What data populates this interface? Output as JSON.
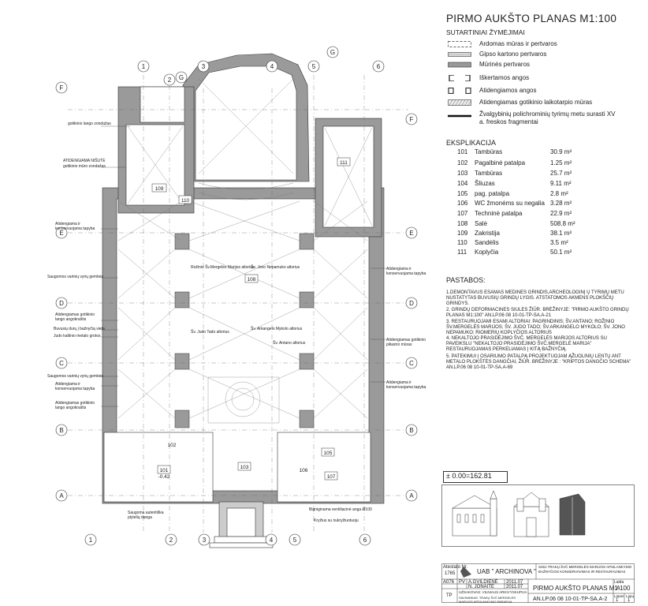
{
  "title": "PIRMO AUKŠTO PLANAS M1:100",
  "legend": {
    "heading": "SUTARTINIAI ŽYMĖJIMAI",
    "items": [
      {
        "label": "Ardomas mūras ir pertvaros",
        "icon": "dashed-wall-icon"
      },
      {
        "label": "Gipso kartono pertvaros",
        "icon": "hatched-partition-icon"
      },
      {
        "label": "Mūrinės pertvaros",
        "icon": "solid-partition-icon"
      },
      {
        "label": "Iškertamos angos",
        "icon": "opening-bracket-icon"
      },
      {
        "label": "Atidengiamos angos",
        "icon": "opening-box-icon"
      },
      {
        "label": "Atidengiamas gotikinio laikotarpio mūras",
        "icon": "gothic-wall-icon"
      },
      {
        "label": "Žvalgybinių polichrominių tyrimų metu surasti XV a. freskos fragmentai",
        "icon": "fresco-line-icon"
      }
    ]
  },
  "explication": {
    "heading": "EKSPLIKACIJA",
    "rows": [
      {
        "no": "101",
        "name": "Tambūras",
        "area": "30.9 m²"
      },
      {
        "no": "102",
        "name": "Pagalbinė patalpa",
        "area": "1.25 m²"
      },
      {
        "no": "103",
        "name": "Tambūras",
        "area": "25.7 m²"
      },
      {
        "no": "104",
        "name": "Šliuzas",
        "area": "9.11 m²"
      },
      {
        "no": "105",
        "name": "pag. patalpa",
        "area": "2.8 m²"
      },
      {
        "no": "106",
        "name": "WC žmonėms su negalia",
        "area": "3.28 m²"
      },
      {
        "no": "107",
        "name": "Techninė patalpa",
        "area": "22.9 m²"
      },
      {
        "no": "108",
        "name": "Salė",
        "area": "508.8 m²"
      },
      {
        "no": "109",
        "name": "Zakristija",
        "area": "38.1 m²"
      },
      {
        "no": "110",
        "name": "Sandėlis",
        "area": "3.5 m²"
      },
      {
        "no": "111",
        "name": "Koplyčia",
        "area": "50.1 m²"
      }
    ]
  },
  "notes": {
    "heading": "PASTABOS:",
    "items": [
      "1.DEMONTAVUS ESAMAS MEDINES GRINDIS,ARCHEOLOGINĮ Ų TYRIMŲ METU NUSTATYTAS BUVUSIŲ GRINDŲ LYGIS. ATSTATOMOS AKMENS PLOKŠČIŲ GRINDYS.",
      "2. GRINDŲ DEFORMACINES SIULES ŽIŪR. BRĖŽINYJE: \"PIRMO AUKŠTO GRINDŲ PLANAS M1:100\" AN.LP.06 08 10-01-TP-SA.A-21",
      "3. RESTAURUOJAMI ESAMI ALTORIAI: PAGRINDINIS; ŠV.ANTANO; ROŽINIO ŠV.MERGELĖS MARIJOS; ŠV. JUDO TADO; ŠV.ARKANGELO MYKOLO; ŠV. JONO NEPAMUKO; RIOMERIŲ KOPLYČIOS ALTORIUS",
      "4. NEKALTOJO PRASIDĖJIMO ŠVČ. MERGELĖS MARIJOS ALTORIUS SU PAVEIKSLU \"NEKALTOJO PRASIDĖJIMO ŠVČ.MERGELĖ MARIJA\" RESTAURUOJAMAS PERKELIAMAS Į KITĄ BAŽNYČIĄ.",
      "5. PATEKIMUI Į OSARIUMO PATALPĄ PROJEKTUOJAM ĄŽUOLINIŲ LENTŲ ANT METALO PLOKŠTĖS DANGČIAI, ŽIŪR. BRĖŽINYJE : \"KRIPTOS DANGČIO SCHEMA\" AN.LP.06 08 10-01-TP-SA.A-69"
    ]
  },
  "elevation": "± 0.00=162.81",
  "plan": {
    "grid_axes_top": [
      "1",
      "2",
      "3",
      "4",
      "5",
      "6"
    ],
    "grid_axes_bottom": [
      "1",
      "2",
      "3",
      "4",
      "5",
      "6"
    ],
    "grid_rows_left": [
      "F",
      "E",
      "D",
      "C",
      "B",
      "A"
    ],
    "grid_rows_right": [
      "G",
      "F",
      "E",
      "D",
      "C",
      "B",
      "A"
    ],
    "g_top_left": "G",
    "rooms": {
      "r101": "101",
      "r101_lvl": "-0.42",
      "r102": "102",
      "r103": "103",
      "r105": "105",
      "r106": "106",
      "r107": "107",
      "r108": "108",
      "r109": "109",
      "r110": "110",
      "r111": "111"
    },
    "annotations": {
      "a1": "gotikinio lango zondažas",
      "a2": "ATIDENGIAMA NIŠUTĖ",
      "a3": "gotikinio mūro zondažas",
      "a4": "Atidengiama ir konservuojama tapyba",
      "a5": "Saugomos varinių vyrių gembės",
      "a6": "Atidengiamas gotikinio lango angokraštis",
      "a7": "Buvusių durų į bažnyčią vieta",
      "a8": "Judo kaltinio metalo grotos",
      "a9": "Saugomos varinių vyrių gembės",
      "a10": "Atidengiama ir konservuojama tapyba",
      "a11": "Atidengiamas gotikinio lango angokraštis",
      "a12": "Atidengiama ir konservuojama tapyba",
      "a13": "Atidengiamas gotikinio piliastro mūras",
      "a14": "Atidengiama ir konservuojama tapyba",
      "a15": "Saugoma autentiška plytelių danga",
      "a16": "Bigniginama ventiliacinė anga Ø100",
      "a17": "Kryžius su nukryžiuotuoju",
      "alt1": "Rožinio Šv.Mergelės Marijos altorius",
      "alt2": "Šv. Jono Nepamuko altorius",
      "alt3": "Šv. Judo Tado altorius",
      "alt4": "Šv. Arkangelo Mykolo altorius",
      "alt5": "Šv. Antano altorius"
    }
  },
  "title_block": {
    "company": "UAB \" ARCHINOVA \"",
    "project": "S261 TRAKŲ ŠVČ.MERGELĖS MARIJOS APSILANKYMO BAŽNYČIOS  KONSERVAVIMAS IR RESTAURAVIMAS",
    "atestato_label": "Atestato Nr.",
    "atestato_no": "1765",
    "role1_code": "A076",
    "role1": "PV",
    "name1": "A.GVILDIENĖ",
    "date1": "2011.07",
    "role2": "",
    "name2": "N. JONAITĖ",
    "date2": "2011.07",
    "stage_code": "TP",
    "client": "UŽSAKOVAS: VILNIAUS ARKIVYSKUPIJA",
    "owner": "SAVININKAS: TRAKŲ ŠVČ.MERGELĖS MARIJOS APSILANKYMO PARAPIJA",
    "sheet_title": "PIRMO AUKŠTO PLANAS M1:100",
    "stadija_label": "Laida",
    "stadija": "A",
    "drawing_no": "AN.LP.06 08 10-01-TP-SA.A-2",
    "lapas_label": "Lapas",
    "lapas": "1",
    "lapu_label": "Lapų",
    "lapu": "1"
  },
  "colors": {
    "wall": "#8a8a8a",
    "line": "#333333",
    "light": "#bdbdbd"
  }
}
